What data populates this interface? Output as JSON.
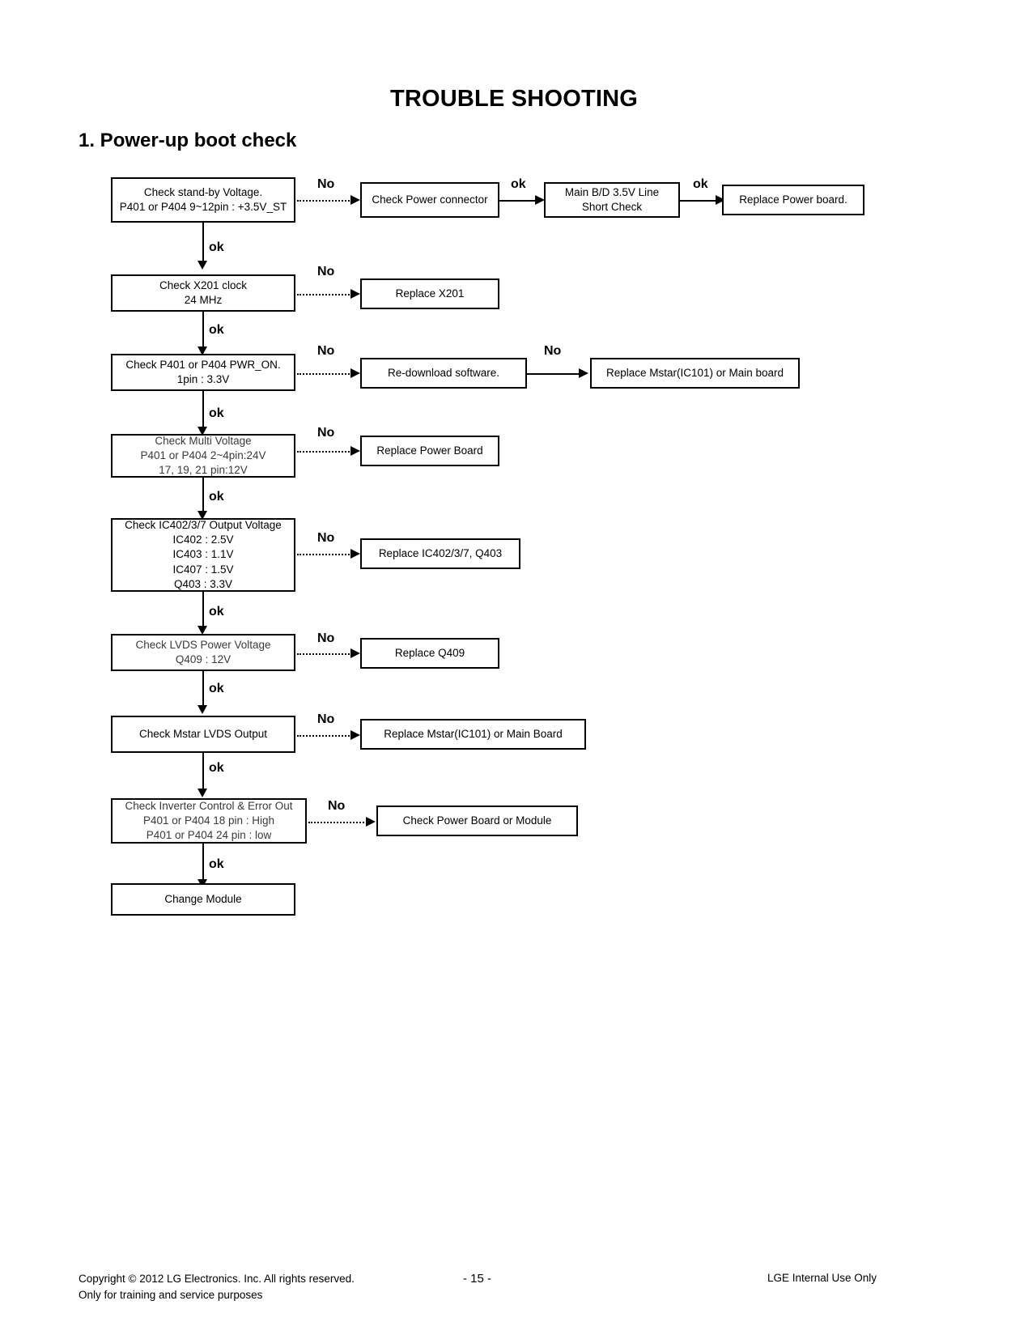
{
  "document": {
    "title": "TROUBLE SHOOTING",
    "section_title": "1. Power-up boot check"
  },
  "flow": {
    "nodes": {
      "standby": {
        "id": "check-standby-voltage",
        "lines": [
          "Check stand-by Voltage.",
          "P401 or P404 9~12pin : +3.5V_ST"
        ]
      },
      "power_connector": {
        "id": "check-power-connector",
        "lines": [
          "Check Power connector"
        ]
      },
      "short_check": {
        "id": "main-bd-short-check",
        "lines": [
          "Main B/D 3.5V Line",
          "Short Check"
        ]
      },
      "replace_power_board_1": {
        "id": "replace-power-board",
        "lines": [
          "Replace Power board."
        ]
      },
      "x201": {
        "id": "check-x201-clock",
        "lines": [
          "Check X201 clock",
          "24 MHz"
        ]
      },
      "replace_x201": {
        "id": "replace-x201",
        "lines": [
          "Replace X201"
        ]
      },
      "pwr_on": {
        "id": "check-pwr-on",
        "lines": [
          "Check P401 or P404 PWR_ON.",
          "1pin : 3.3V"
        ]
      },
      "redownload": {
        "id": "re-download-software",
        "lines": [
          "Re-download software."
        ]
      },
      "replace_mstar_1": {
        "id": "replace-mstar-main-board",
        "lines": [
          "Replace Mstar(IC101) or Main board"
        ]
      },
      "multi_voltage": {
        "id": "check-multi-voltage",
        "lines": [
          "Check Multi Voltage",
          "P401 or P404 2~4pin:24V",
          "17, 19, 21 pin:12V"
        ]
      },
      "replace_power_board_2": {
        "id": "replace-power-board-2",
        "lines": [
          "Replace Power Board"
        ]
      },
      "ic_output": {
        "id": "check-ic402-output-voltage",
        "lines": [
          "Check IC402/3/7 Output Voltage",
          "IC402 : 2.5V",
          "IC403 : 1.1V",
          "IC407 : 1.5V",
          "Q403 : 3.3V"
        ]
      },
      "replace_ic": {
        "id": "replace-ic402-q403",
        "lines": [
          "Replace IC402/3/7, Q403"
        ]
      },
      "lvds_power": {
        "id": "check-lvds-power-voltage",
        "lines": [
          "Check LVDS Power Voltage",
          "Q409 : 12V"
        ]
      },
      "replace_q409": {
        "id": "replace-q409",
        "lines": [
          "Replace Q409"
        ]
      },
      "mstar_lvds": {
        "id": "check-mstar-lvds-output",
        "lines": [
          "Check Mstar LVDS Output"
        ]
      },
      "replace_mstar_2": {
        "id": "replace-mstar-main-board-2",
        "lines": [
          "Replace Mstar(IC101) or Main Board"
        ]
      },
      "inverter": {
        "id": "check-inverter-control",
        "lines": [
          "Check Inverter Control & Error Out",
          "P401 or P404 18 pin : High",
          "P401 or P404 24 pin : low"
        ]
      },
      "check_power_module": {
        "id": "check-power-board-or-module",
        "lines": [
          "Check Power Board or Module"
        ]
      },
      "change_module": {
        "id": "change-module",
        "lines": [
          "Change Module"
        ]
      }
    },
    "edge_labels": {
      "no": "No",
      "ok": "ok"
    }
  },
  "footer": {
    "copyright_line1": "Copyright  © 2012  LG Electronics. Inc. All rights reserved.",
    "copyright_line2": "Only for training and service purposes",
    "page_number": "- 15 -",
    "confidential": "LGE Internal Use Only"
  }
}
